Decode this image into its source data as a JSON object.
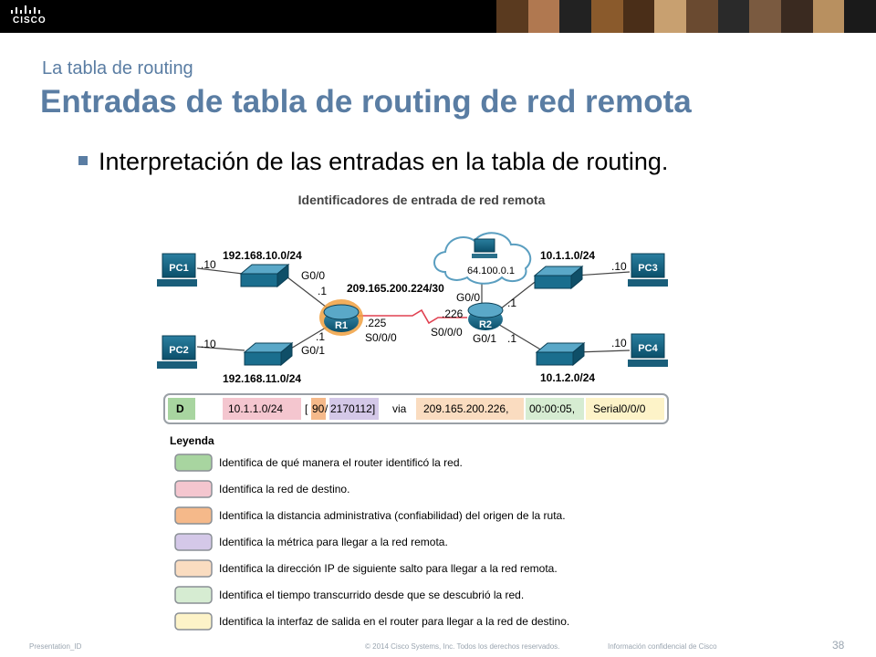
{
  "header": {
    "logo_text": "CISCO",
    "photo_colors": [
      "#5a3a1f",
      "#b07850",
      "#222222",
      "#8a5a2c",
      "#4a2e18",
      "#c8a070",
      "#6a4a30",
      "#2a2a2a",
      "#7a5a40",
      "#3a2a20",
      "#b89060",
      "#1a1a1a"
    ]
  },
  "slide": {
    "subtitle": "La tabla de routing",
    "title": "Entradas de tabla de routing de red remota",
    "bullet": "Interpretación de las entradas en la tabla de routing."
  },
  "diagram": {
    "title": "Identificadores de entrada de red remota",
    "pcs": [
      "PC1",
      "PC2",
      "PC3",
      "PC4"
    ],
    "routers": [
      "R1",
      "R2"
    ],
    "labels": {
      "net_pc1": "192.168.10.0/24",
      "net_pc2": "192.168.11.0/24",
      "net_pc3": "10.1.1.0/24",
      "net_pc4": "10.1.2.0/24",
      "serial_net": "209.165.200.224/30",
      "cloud": "64.100.0.1",
      "pc1_host": ".10",
      "pc2_host": ".10",
      "pc3_host": ".10",
      "pc4_host": ".10",
      "r1_g00_if": "G0/0",
      "r1_g00_ip": ".1",
      "r1_g01_if": "G0/1",
      "r1_g01_ip": ".1",
      "r1_s_ip": ".225",
      "r1_s_if": "S0/0/0",
      "r2_g00_if": "G0/0",
      "r2_g00_ip": ".1",
      "r2_g01_if": "G0/1",
      "r2_g01_ip": ".1",
      "r2_s_ip": ".226",
      "r2_s_if": "S0/0/0"
    },
    "route_entry": {
      "code": "D",
      "network": "10.1.1.0/24",
      "bracket_open": "[",
      "ad": "90",
      "slash": "/",
      "metric": "2170112]",
      "via": "via",
      "next_hop": "209.165.200.226,",
      "time": "00:00:05,",
      "interface": "Serial0/0/0"
    },
    "legend_title": "Leyenda",
    "legend": [
      {
        "color": "#a8d5a0",
        "text": "Identifica de qué manera el router identificó la red."
      },
      {
        "color": "#f4c6cf",
        "text": "Identifica la red de destino."
      },
      {
        "color": "#f5b98a",
        "text": "Identifica la distancia administrativa (confiabilidad) del origen de la ruta."
      },
      {
        "color": "#d4c8e8",
        "text": "Identifica la métrica para llegar a la red remota."
      },
      {
        "color": "#fadcc0",
        "text": "Identifica la dirección IP de siguiente salto para llegar a la red remota."
      },
      {
        "color": "#d6ecd2",
        "text": "Identifica el tiempo transcurrido desde que se descubrió la red."
      },
      {
        "color": "#fdf3c8",
        "text": "Identifica la interfaz de salida en el router para llegar a la red de destino."
      }
    ]
  },
  "footer": {
    "presentation_id": "Presentation_ID",
    "copyright": "© 2014 Cisco Systems, Inc. Todos los derechos reservados.",
    "confidential": "Información confidencial de Cisco",
    "page": "38"
  }
}
